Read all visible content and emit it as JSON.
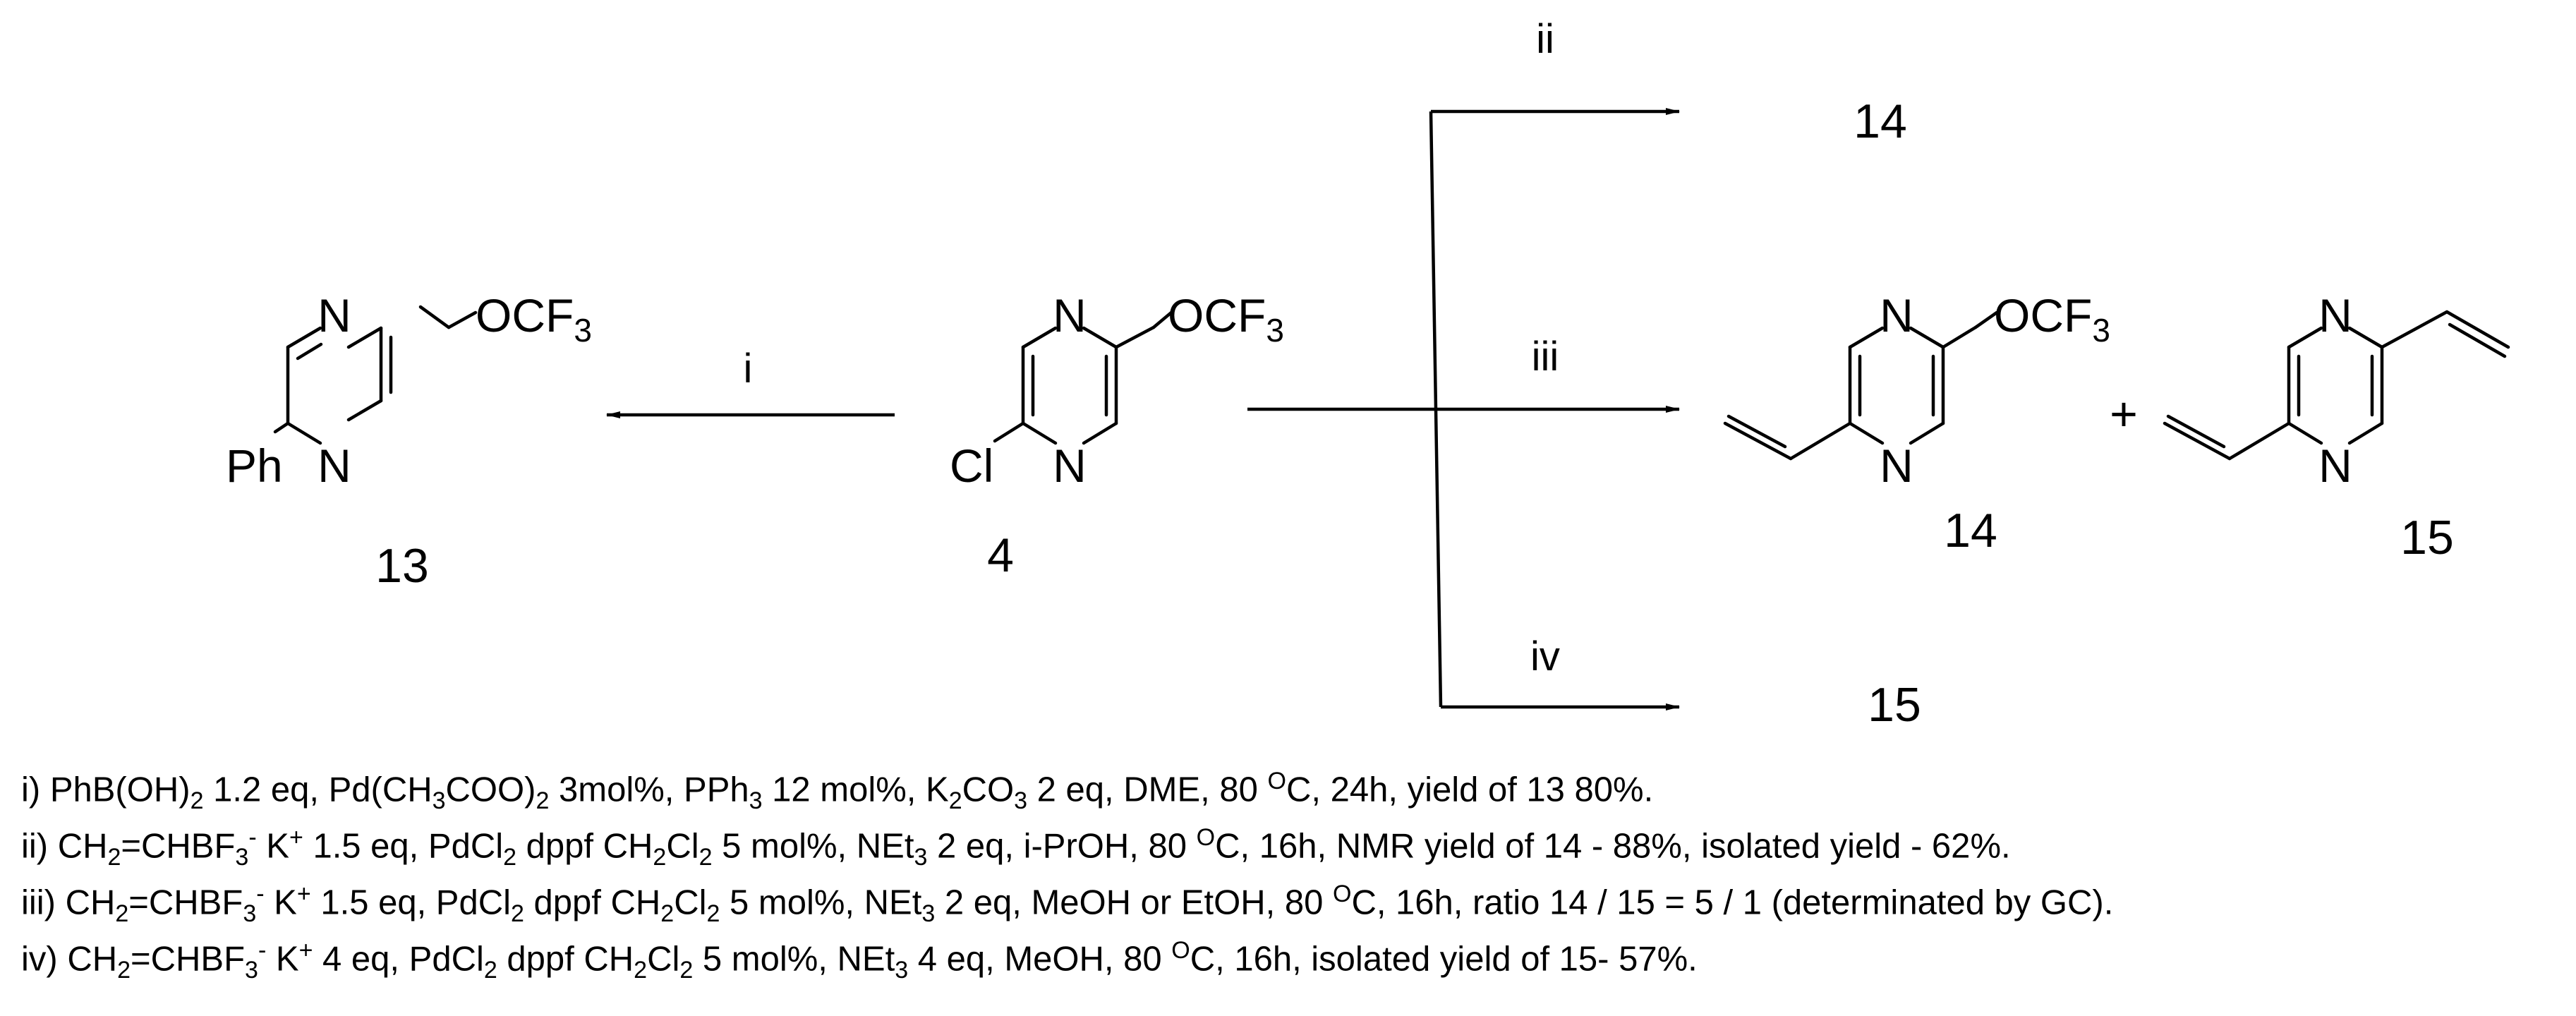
{
  "atoms": {
    "N": "N",
    "OCF": "OCF",
    "three": "3",
    "Ph": "Ph",
    "Cl": "Cl",
    "plus": "+"
  },
  "compounds": {
    "c13": "13",
    "c4": "4",
    "c14": "14",
    "c15": "15"
  },
  "steps": {
    "i": "i",
    "ii": "ii",
    "iii": "iii",
    "iv": "iv"
  },
  "conditions": {
    "i": {
      "t0": "i)  PhB(OH)",
      "s0": "2",
      "t1": " 1.2 eq, Pd(CH",
      "s1": "3",
      "t2": "COO)",
      "s2": "2",
      "t3": " 3mol%, PPh",
      "s3": "3",
      "t4": " 12 mol%, K",
      "s4": "2",
      "t5": "CO",
      "s5": "3",
      "t6": " 2 eq, DME, 80 ",
      "p6": "O",
      "t7": "C, 24h, yield of 13 80%."
    },
    "ii": {
      "t0": " ii)  CH",
      "s0": "2",
      "t1": "=CHBF",
      "s1": "3",
      "p1": "-",
      "t2": " K",
      "p2": "+",
      "t3": " 1.5 eq,  PdCl",
      "s3": "2",
      "t4": " dppf  CH",
      "s4": "2",
      "t5": "Cl",
      "s5": "2",
      "t6": " 5 mol%, NEt",
      "s6": "3",
      "t7": " 2 eq, i-PrOH, 80 ",
      "p7": "O",
      "t8": "C, 16h, NMR yield of 14 - 88%, isolated yield - 62%."
    },
    "iii": {
      "t0": "iii) CH",
      "s0": "2",
      "t1": "=CHBF",
      "s1": "3",
      "p1": "-",
      "t2": " K",
      "p2": "+",
      "t3": " 1.5 eq,  PdCl",
      "s3": "2",
      "t4": " dppf  CH",
      "s4": "2",
      "t5": "Cl",
      "s5": "2",
      "t6": " 5 mol%, NEt",
      "s6": "3",
      "t7": " 2 eq, MeOH or EtOH, 80 ",
      "p7": "O",
      "t8": "C, 16h, ratio 14 / 15 = 5 / 1 (determinated by GC)."
    },
    "iv": {
      "t0": "iv) CH",
      "s0": "2",
      "t1": "=CHBF",
      "s1": "3",
      "p1": "-",
      "t2": " K",
      "p2": "+",
      "t3": " 4 eq,  PdCl",
      "s3": "2",
      "t4": " dppf  CH",
      "s4": "2",
      "t5": "Cl",
      "s5": "2",
      "t6": " 5 mol%, NEt",
      "s6": "3",
      "t7": " 4 eq, MeOH, 80 ",
      "p7": "O",
      "t8": "C, 16h, isolated yield of 15- 57%."
    }
  }
}
